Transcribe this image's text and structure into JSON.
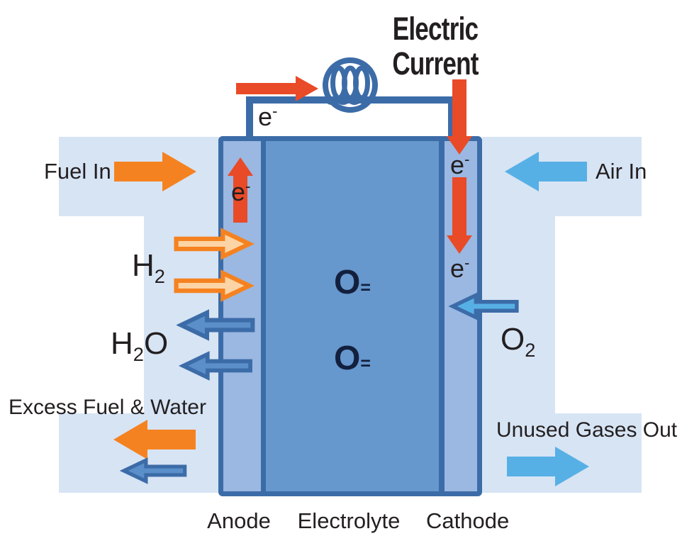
{
  "diagram_title": {
    "line1": "Electric",
    "line2": "Current"
  },
  "flows": {
    "fuel_in": "Fuel In",
    "air_in": "Air In",
    "excess_fuel_water": "Excess Fuel & Water",
    "unused_gases_out": "Unused Gases Out"
  },
  "cell_labels": {
    "anode": "Anode",
    "electrolyte": "Electrolyte",
    "cathode": "Cathode"
  },
  "species": {
    "hydrogen": {
      "base": "H",
      "sub": "2"
    },
    "water": {
      "pre": "H",
      "sub": "2",
      "post": "O"
    },
    "oxygen": {
      "base": "O",
      "sub": "2"
    },
    "oxide_ion": {
      "base": "O",
      "sup": "="
    },
    "electron": {
      "base": "e",
      "sup": "-"
    }
  },
  "icons": {
    "load": "inductor-coil-icon"
  },
  "colors": {
    "background": "#ffffff",
    "channel": "#d7e4f4",
    "electrode": "#9ab8e2",
    "electrolyte": "#6697cd",
    "outline": "#3c6ca8",
    "red": "#e94a28",
    "orange": "#f58220",
    "peach": "#fcd4a5",
    "mid_blue": "#5b8fca",
    "sky_blue": "#57b0e5",
    "text": "#231f20",
    "ion_text": "#13203d"
  }
}
